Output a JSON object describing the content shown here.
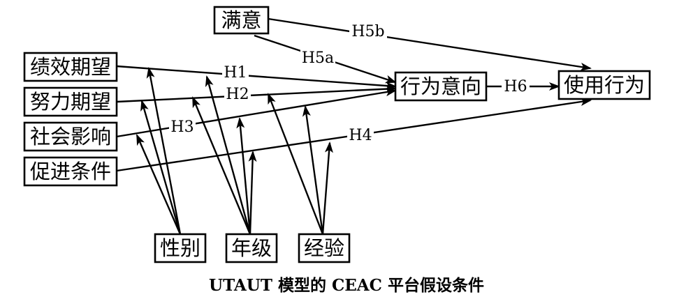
{
  "nodes": {
    "satisfaction": "满意",
    "performance_expectancy": "绩效期望",
    "effort_expectancy": "努力期望",
    "social_influence": "社会影响",
    "facilitating_conditions": "促进条件",
    "behavioral_intention": "行为意向",
    "use_behavior": "使用行为",
    "gender": "性别",
    "grade": "年级",
    "experience": "经验"
  },
  "hypotheses": {
    "h1": "H1",
    "h2": "H2",
    "h3": "H3",
    "h4": "H4",
    "h5a": "H5a",
    "h5b": "H5b",
    "h6": "H6"
  },
  "caption": "UTAUT 模型的 CEAC 平台假设条件"
}
